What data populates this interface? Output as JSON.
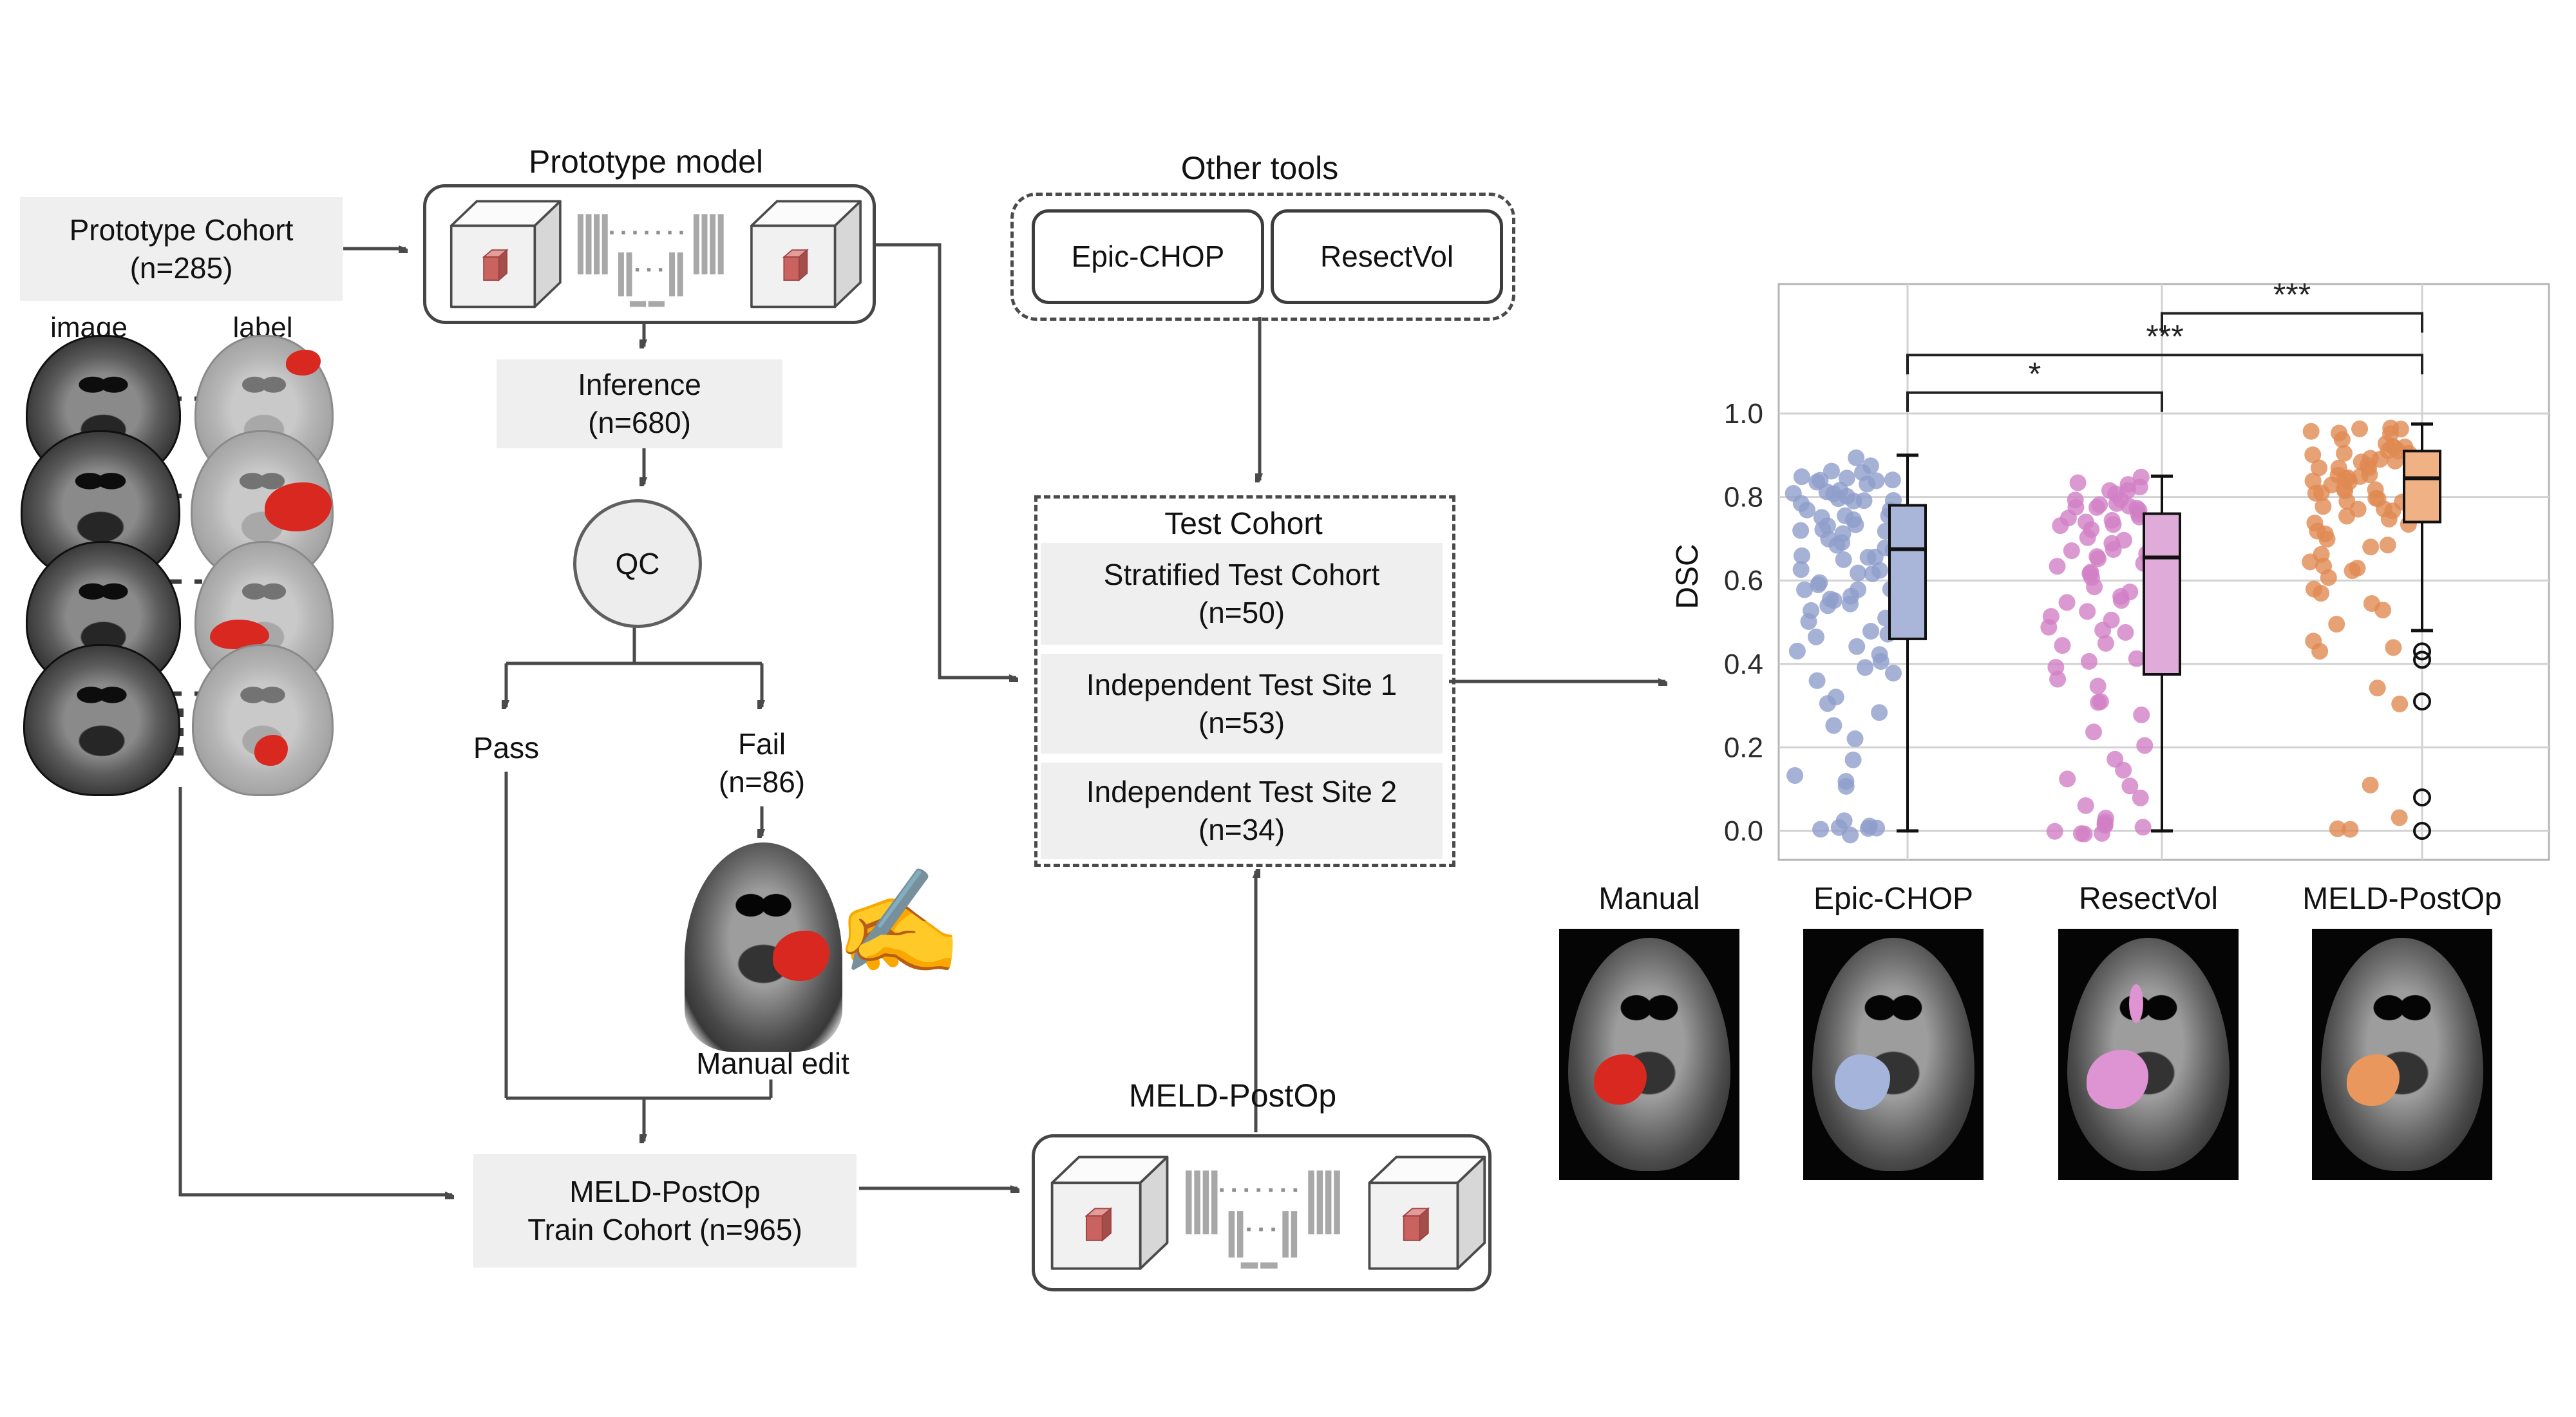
{
  "flowchart": {
    "prototype_cohort": {
      "line1": "Prototype Cohort",
      "line2": "(n=285)"
    },
    "data_columns": {
      "image": "image",
      "label": "label"
    },
    "prototype_model": {
      "title": "Prototype model"
    },
    "other_tools": {
      "title": "Other tools",
      "tools": [
        {
          "label": "Epic-CHOP"
        },
        {
          "label": "ResectVol"
        }
      ]
    },
    "inference": {
      "line1": "Inference",
      "line2": "(n=680)"
    },
    "qc": {
      "label": "QC"
    },
    "pass_label": "Pass",
    "fail": {
      "line1": "Fail",
      "line2": "(n=86)"
    },
    "manual_edit_label": "Manual edit",
    "train_cohort": {
      "line1": "MELD-PostOp",
      "line2": "Train Cohort (n=965)"
    },
    "meld_model": {
      "title": "MELD-PostOp"
    },
    "test_cohort": {
      "title": "Test Cohort",
      "rows": [
        {
          "line1": "Stratified Test Cohort",
          "line2": "(n=50)"
        },
        {
          "line1": "Independent Test Site 1",
          "line2": "(n=53)"
        },
        {
          "line1": "Independent Test Site 2",
          "line2": "(n=34)"
        }
      ]
    }
  },
  "figures": {
    "panels": [
      {
        "label": "Manual",
        "overlay_color": "#d8281f"
      },
      {
        "label": "Epic-CHOP",
        "overlay_color": "#a4b4da"
      },
      {
        "label": "ResectVol",
        "overlay_color": "#de93d3"
      },
      {
        "label": "MELD-PostOp",
        "overlay_color": "#e9975c"
      }
    ]
  },
  "chart_data": {
    "type": "box-strip",
    "ylabel": "DSC",
    "yticks": [
      0.0,
      0.2,
      0.4,
      0.6,
      0.8,
      1.0
    ],
    "ylim": [
      -0.07,
      1.31
    ],
    "grid": true,
    "legend_position": "none",
    "categories": [
      "Epic-CHOP",
      "ResectVol",
      "MELD-PostOp"
    ],
    "dot_colors": [
      "#8e9ecb",
      "#d27fc6",
      "#e08a52"
    ],
    "box_colors": [
      "#aab6d9",
      "#dfacd9",
      "#f0b184"
    ],
    "box_stats": [
      {
        "whislo": 0.0,
        "q1": 0.46,
        "med": 0.675,
        "q3": 0.78,
        "whishi": 0.9,
        "fliers": []
      },
      {
        "whislo": 0.0,
        "q1": 0.375,
        "med": 0.655,
        "q3": 0.76,
        "whishi": 0.85,
        "fliers": []
      },
      {
        "whislo": 0.48,
        "q1": 0.74,
        "med": 0.845,
        "q3": 0.91,
        "whishi": 0.975,
        "fliers": [
          0.43,
          0.41,
          0.31,
          0.08,
          0.0
        ]
      }
    ],
    "points": {
      "Epic-CHOP": [
        0,
        0,
        0,
        0,
        0.01,
        0.01,
        0.02,
        0.1,
        0.12,
        0.13,
        0.17,
        0.22,
        0.26,
        0.28,
        0.3,
        0.33,
        0.35,
        0.38,
        0.4,
        0.4,
        0.42,
        0.43,
        0.44,
        0.46,
        0.47,
        0.48,
        0.5,
        0.5,
        0.52,
        0.53,
        0.54,
        0.55,
        0.55,
        0.56,
        0.57,
        0.58,
        0.58,
        0.6,
        0.6,
        0.61,
        0.62,
        0.63,
        0.63,
        0.64,
        0.65,
        0.66,
        0.67,
        0.68,
        0.68,
        0.69,
        0.7,
        0.7,
        0.71,
        0.72,
        0.72,
        0.73,
        0.74,
        0.74,
        0.75,
        0.75,
        0.76,
        0.76,
        0.77,
        0.77,
        0.78,
        0.78,
        0.79,
        0.79,
        0.8,
        0.8,
        0.8,
        0.81,
        0.81,
        0.82,
        0.82,
        0.83,
        0.83,
        0.84,
        0.84,
        0.85,
        0.85,
        0.86,
        0.87,
        0.88,
        0.9
      ],
      "ResectVol": [
        0,
        0,
        0,
        0,
        0,
        0.01,
        0.01,
        0.02,
        0.02,
        0.05,
        0.08,
        0.1,
        0.13,
        0.15,
        0.18,
        0.2,
        0.24,
        0.27,
        0.3,
        0.32,
        0.35,
        0.37,
        0.38,
        0.4,
        0.42,
        0.44,
        0.45,
        0.47,
        0.48,
        0.5,
        0.51,
        0.52,
        0.53,
        0.55,
        0.56,
        0.57,
        0.58,
        0.59,
        0.6,
        0.61,
        0.62,
        0.63,
        0.64,
        0.65,
        0.65,
        0.66,
        0.67,
        0.68,
        0.69,
        0.7,
        0.7,
        0.71,
        0.72,
        0.73,
        0.73,
        0.74,
        0.75,
        0.75,
        0.76,
        0.76,
        0.77,
        0.77,
        0.78,
        0.78,
        0.79,
        0.79,
        0.8,
        0.8,
        0.81,
        0.81,
        0.82,
        0.82,
        0.83,
        0.84,
        0.85
      ],
      "MELD-PostOp": [
        0,
        0,
        0.03,
        0.1,
        0.3,
        0.33,
        0.42,
        0.44,
        0.45,
        0.5,
        0.53,
        0.55,
        0.57,
        0.58,
        0.6,
        0.62,
        0.63,
        0.64,
        0.65,
        0.66,
        0.67,
        0.68,
        0.7,
        0.71,
        0.72,
        0.73,
        0.74,
        0.74,
        0.75,
        0.76,
        0.76,
        0.77,
        0.78,
        0.78,
        0.79,
        0.79,
        0.8,
        0.8,
        0.81,
        0.81,
        0.82,
        0.82,
        0.83,
        0.83,
        0.84,
        0.84,
        0.85,
        0.85,
        0.85,
        0.86,
        0.86,
        0.87,
        0.87,
        0.88,
        0.88,
        0.88,
        0.89,
        0.89,
        0.9,
        0.9,
        0.9,
        0.91,
        0.91,
        0.92,
        0.92,
        0.93,
        0.93,
        0.94,
        0.94,
        0.95,
        0.95,
        0.96,
        0.96,
        0.97
      ]
    },
    "significance": [
      {
        "a": "Epic-CHOP",
        "b": "ResectVol",
        "label": "*",
        "y": 1.05
      },
      {
        "a": "Epic-CHOP",
        "b": "MELD-PostOp",
        "label": "***",
        "y": 1.14
      },
      {
        "a": "ResectVol",
        "b": "MELD-PostOp",
        "label": "***",
        "y": 1.24
      }
    ]
  }
}
